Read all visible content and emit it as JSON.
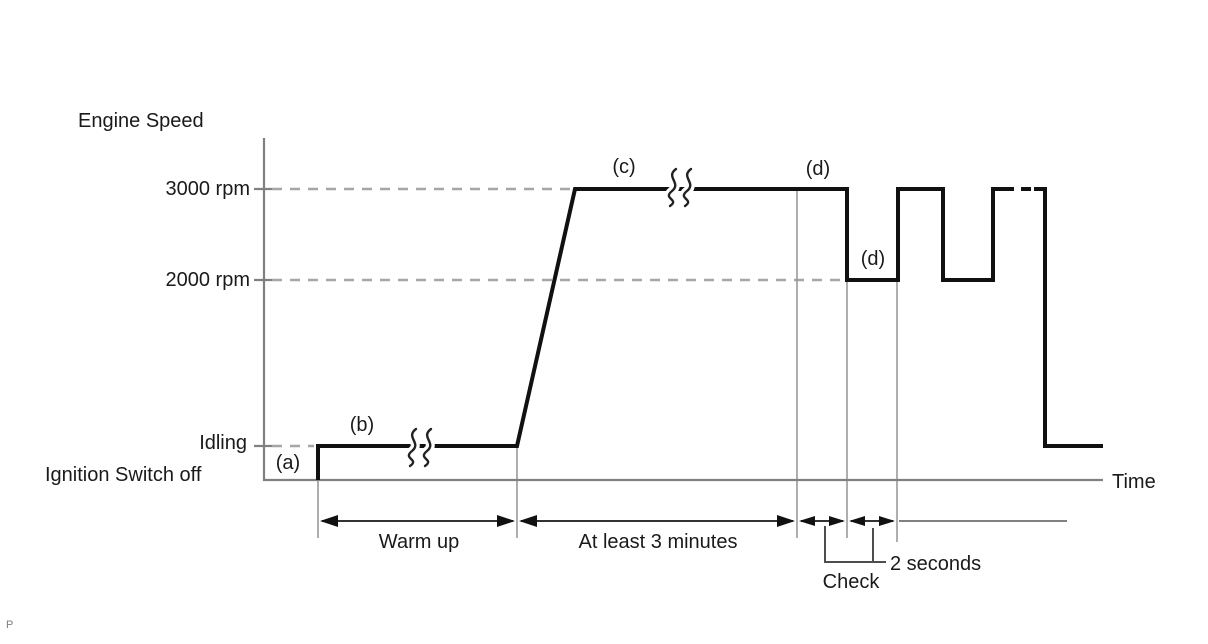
{
  "page": {
    "background": "#ffffff",
    "footer_mark": "P"
  },
  "diagram": {
    "y_axis_title": "Engine Speed",
    "x_axis_title": "Time",
    "level_labels": {
      "rpm_3000": "3000 rpm",
      "rpm_2000": "2000 rpm",
      "idling": "Idling",
      "ignition_off": "Ignition Switch off"
    },
    "step_labels": {
      "a": "(a)",
      "b": "(b)",
      "c": "(c)",
      "d_high": "(d)",
      "d_low": "(d)"
    },
    "span_labels": {
      "warm_up": "Warm up",
      "three_minutes": "At least 3 minutes",
      "check": "Check",
      "two_seconds": "2 seconds"
    },
    "colors": {
      "curve": "#111111",
      "axis": "#808080",
      "gridline": "#a6a6a6",
      "guide": "#9a9a9a",
      "text": "#1a1a1a"
    }
  },
  "chart_data": {
    "type": "line",
    "ylabel": "Engine Speed",
    "xlabel": "Time",
    "y_levels": [
      "Ignition Switch off",
      "Idling",
      "2000 rpm",
      "3000 rpm"
    ],
    "dashed_gridlines_at": [
      "3000 rpm",
      "2000 rpm",
      "Idling"
    ],
    "sequence": [
      {
        "label": "(a)",
        "from": "Ignition Switch off",
        "to": "Idling"
      },
      {
        "label": "(b)",
        "level": "Idling",
        "span": "Warm up",
        "break_mark": true
      },
      {
        "label": "(c)",
        "level": "3000 rpm",
        "span": "At least 3 minutes",
        "break_mark": true
      },
      {
        "label": "(d)",
        "level": "3000 rpm",
        "span": "2 seconds"
      },
      {
        "label": "(d)",
        "level": "2000 rpm",
        "span": "2 seconds",
        "annotation": "Check"
      },
      {
        "level": "3000 rpm"
      },
      {
        "level": "2000 rpm"
      },
      {
        "level": "3000 rpm",
        "style": "dashed"
      },
      {
        "level": "Idling"
      }
    ],
    "legend": false,
    "grid": false
  }
}
